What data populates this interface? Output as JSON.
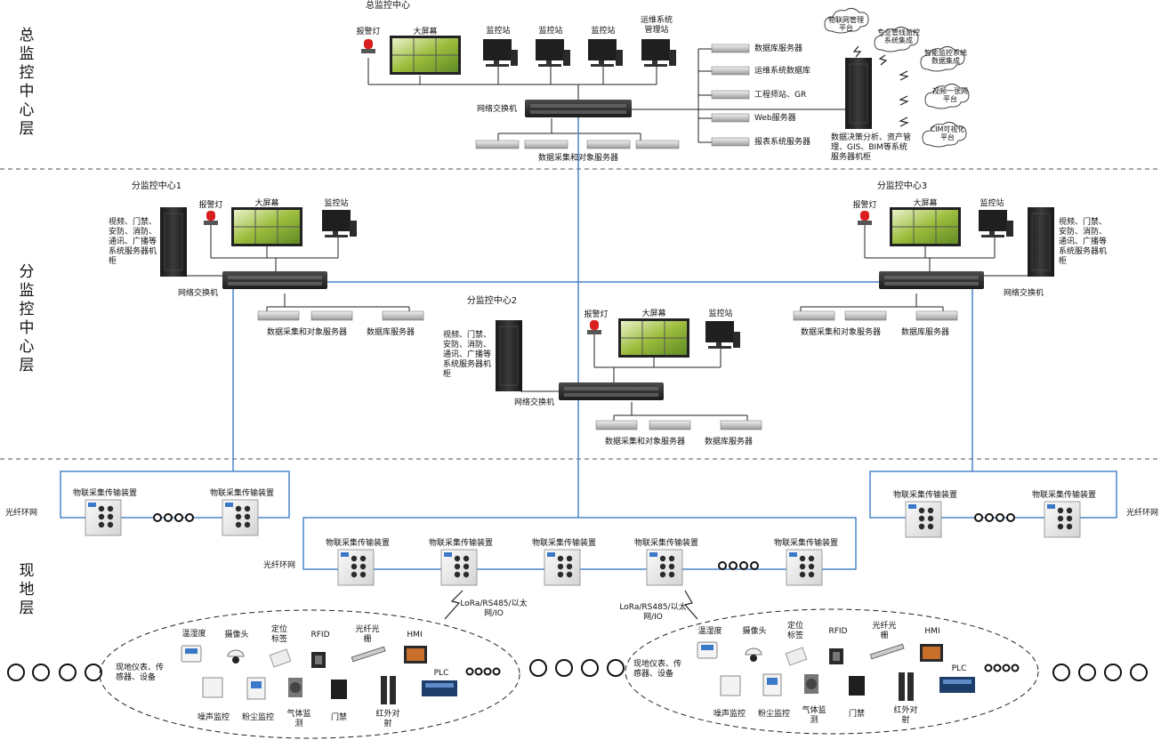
{
  "layers": {
    "top": "总监控中心层",
    "branch": "分监控中心层",
    "field": "现地层"
  },
  "hq": {
    "title": "总监控中心",
    "alarm": "报警灯",
    "screen": "大屏幕",
    "station1": "监控站",
    "station2": "监控站",
    "station3": "监控站",
    "ops_station": "运维系统管理站",
    "switch": "网络交换机",
    "collect_servers": "数据采集和对象服务器",
    "srv_db": "数据库服务器",
    "srv_ops_db": "运维系统数据库",
    "srv_eng": "工程师站、GR",
    "srv_web": "Web服务器",
    "srv_report": "报表系统服务器",
    "cabinet": "数据决策分析、资产管理、GIS、BIM等系统服务器机柜",
    "cloud1": "物联网管理平台",
    "cloud2": "专业管线监控系统集成",
    "cloud3": "智能监控系统数据集成",
    "cloud4": "视频一张网平台",
    "cloud5": "CIM可视化平台"
  },
  "branch1": {
    "title": "分监控中心1",
    "alarm": "报警灯",
    "screen": "大屏幕",
    "station": "监控站",
    "cabinet": "视频、门禁、安防、消防、通讯、广播等系统服务器机柜",
    "switch": "网络交换机",
    "collect": "数据采集和对象服务器",
    "db": "数据库服务器"
  },
  "branch2": {
    "title": "分监控中心2",
    "alarm": "报警灯",
    "screen": "大屏幕",
    "station": "监控站",
    "cabinet": "视频、门禁、安防、消防、通讯、广播等系统服务器机柜",
    "switch": "网络交换机",
    "collect": "数据采集和对象服务器",
    "db": "数据库服务器"
  },
  "branch3": {
    "title": "分监控中心3",
    "alarm": "报警灯",
    "screen": "大屏幕",
    "station": "监控站",
    "cabinet": "视频、门禁、安防、消防、通讯、广播等系统服务器机柜",
    "switch": "网络交换机",
    "collect": "数据采集和对象服务器",
    "db": "数据库服务器"
  },
  "field": {
    "iot_device": "物联采集传输装置",
    "ring_left": "光纤环网",
    "ring_right": "光纤环网",
    "ring_mid": "光纤环网",
    "lora": "LoRa/RS485/以太网/IO",
    "instruments": "现地仪表、传感器、设备",
    "temp_humidity": "温湿度",
    "camera": "摄像头",
    "locator": "定位标签",
    "rfid": "RFID",
    "fiber_grating": "光纤光栅",
    "hmi": "HMI",
    "plc": "PLC",
    "noise": "噪声监控",
    "dust": "粉尘监控",
    "gas": "气体监测",
    "door": "门禁",
    "infrared": "红外对射"
  },
  "colors": {
    "link": "#4a86c8",
    "device_dark": "#2a2a2a",
    "screen_green": "#a7c24a",
    "alarm_red": "#d81e1e",
    "separator": "#555555"
  }
}
